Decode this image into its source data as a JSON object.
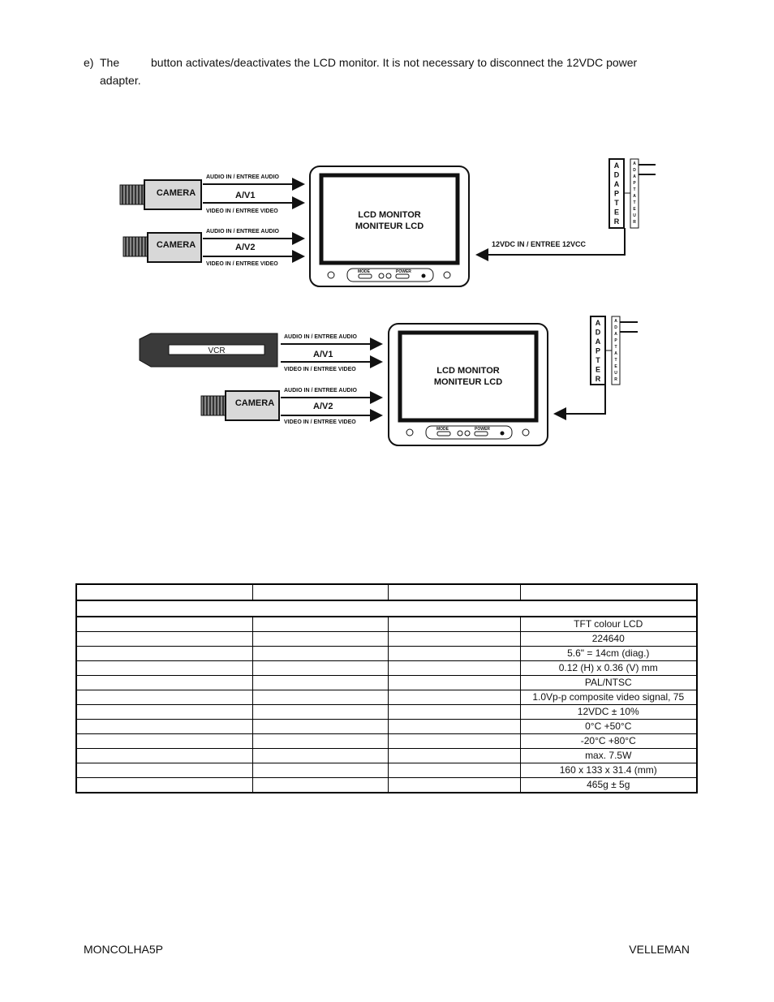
{
  "intro": {
    "item_label": "e)",
    "word_the": "The",
    "line1_rest": "button activates/deactivates the LCD monitor. It is not necessary to disconnect the 12VDC power",
    "line2": "adapter."
  },
  "diagram": {
    "camera": "CAMERA",
    "vcr": "VCR",
    "av1": "A/V1",
    "av2": "A/V2",
    "audio_in": "AUDIO IN / ENTREE AUDIO",
    "video_in": "VIDEO IN / ENTREE VIDEO",
    "monitor_line1": "LCD MONITOR",
    "monitor_line2": "MONITEUR LCD",
    "mode": "MODE",
    "power": "POWER",
    "dc_in": "12VDC IN / ENTREE 12VCC",
    "adapter_letters": [
      "A",
      "D",
      "A",
      "P",
      "T",
      "E",
      "R"
    ],
    "adaptateur_letters": [
      "A",
      "D",
      "A",
      "P",
      "T",
      "A",
      "T",
      "E",
      "U",
      "R"
    ]
  },
  "spec_table": {
    "rows": [
      "TFT colour LCD",
      "224640",
      "5.6\" = 14cm (diag.)",
      "0.12 (H) x 0.36 (V) mm",
      "PAL/NTSC",
      "1.0Vp-p composite video signal, 75",
      "12VDC  ± 10%",
      "0°C      +50°C",
      "-20°C      +80°C",
      "max. 7.5W",
      "160 x 133 x 31.4 (mm)",
      "465g ± 5g"
    ]
  },
  "footer": {
    "left": "MONCOLHA5P",
    "right": "VELLEMAN"
  }
}
